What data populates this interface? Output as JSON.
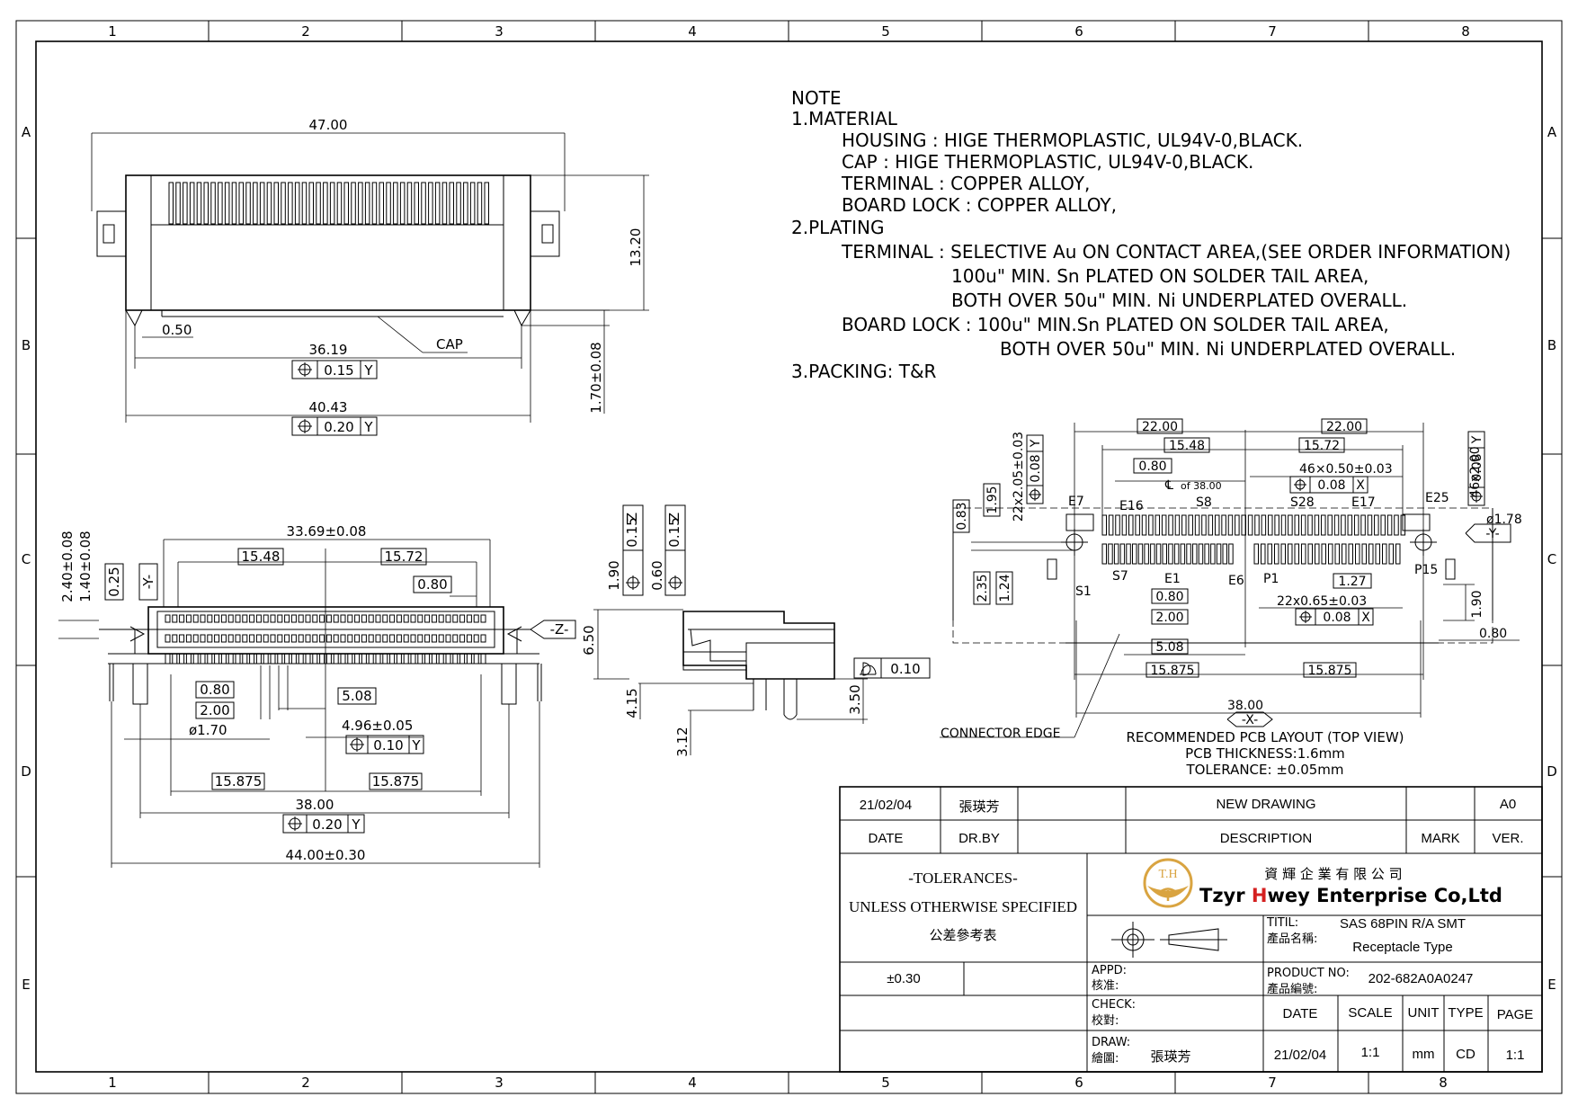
{
  "border": {
    "columns": [
      "1",
      "2",
      "3",
      "4",
      "5",
      "6",
      "7",
      "8"
    ],
    "rows": [
      "A",
      "B",
      "C",
      "D",
      "E"
    ]
  },
  "notes": {
    "heading": "NOTE",
    "lines": [
      "1.MATERIAL",
      "HOUSING : HIGE THERMOPLASTIC, UL94V-0,BLACK.",
      "CAP : HIGE THERMOPLASTIC, UL94V-0,BLACK.",
      "TERMINAL : COPPER ALLOY,",
      "BOARD LOCK : COPPER ALLOY,",
      "2.PLATING",
      "TERMINAL : SELECTIVE Au ON CONTACT AREA,(SEE ORDER INFORMATION)",
      "100u\" MIN. Sn PLATED ON SOLDER TAIL AREA,",
      "BOTH OVER 50u\" MIN. Ni UNDERPLATED OVERALL.",
      "BOARD LOCK : 100u\" MIN.Sn PLATED ON SOLDER TAIL AREA,",
      "BOTH OVER 50u\" MIN. Ni UNDERPLATED OVERALL.",
      "3.PACKING: T&R"
    ]
  },
  "top_view": {
    "d47": "47.00",
    "d1320": "13.20",
    "d050": "0.50",
    "cap": "CAP",
    "d3619": "36.19",
    "tol1": "0.15",
    "datum1": "Y",
    "d170": "1.70±0.08",
    "d4043": "40.43",
    "tol2": "0.20",
    "datum2": "Y"
  },
  "front_view": {
    "d240": "2.40±0.08",
    "d140": "1.40±0.08",
    "d025": "0.25",
    "datumY": "-Y-",
    "d3369": "33.69±0.08",
    "d1548": "15.48",
    "d1572": "15.72",
    "d080a": "0.80",
    "datumZ": "-Z-",
    "d080b": "0.80",
    "d200": "2.00",
    "d508": "5.08",
    "d170": "ø1.70",
    "d496": "4.96±0.05",
    "tol3": "0.10",
    "datum3": "Y",
    "d15875a": "15.875",
    "d15875b": "15.875",
    "d3800": "38.00",
    "tol4": "0.20",
    "datum4": "Y",
    "d4400": "44.00±0.30"
  },
  "side_view": {
    "d190": "1.90",
    "fc1": "0.15",
    "fz1": "Z",
    "d060": "0.60",
    "fc2": "0.15",
    "fz2": "Z",
    "d650": "6.50",
    "d415": "4.15",
    "d312": "3.12",
    "d350": "3.50",
    "flat": "0.10"
  },
  "pcb_layout": {
    "d2200a": "22.00",
    "d2200b": "22.00",
    "d1548": "15.48",
    "d1572": "15.72",
    "d080": "0.80",
    "cl": "of 38.00",
    "pitch46": "46×0.50±0.03",
    "tol5": "0.08",
    "datX1": "X",
    "d22x205": "22x2.05±0.03",
    "tol6": "0.08",
    "datY6": "Y",
    "d195": "1.95",
    "d083": "0.83",
    "d46x2": "46x2.00",
    "tol7": "0.08",
    "datY7": "Y",
    "d178": "ø1.78",
    "datumY": "-Y-",
    "E7": "E7",
    "E16": "E16",
    "S8": "S8",
    "S28": "S28",
    "E17": "E17",
    "E25": "E25",
    "S1": "S1",
    "S7": "S7",
    "E1": "E1",
    "E6": "E6",
    "P1": "P1",
    "P15": "P15",
    "d235": "2.35",
    "d124": "1.24",
    "d080b": "0.80",
    "d200": "2.00",
    "d508": "5.08",
    "d127": "1.27",
    "pitch22": "22x0.65±0.03",
    "tol8": "0.08",
    "datX2": "X",
    "d190": "1.90",
    "d080c": "0.80",
    "d15875a": "15.875",
    "d15875b": "15.875",
    "d3800": "38.00",
    "datumX": "-X-",
    "conn_edge": "CONNECTOR EDGE",
    "title": "RECOMMENDED PCB LAYOUT (TOP VIEW)",
    "thick": "PCB THICKNESS:1.6mm",
    "tol": "TOLERANCE: ±0.05mm"
  },
  "title_block": {
    "rev_date": "21/02/04",
    "rev_by": "張瑛芳",
    "rev_desc": "NEW DRAWING",
    "rev_ver": "A0",
    "h_date": "DATE",
    "h_drby": "DR.BY",
    "h_desc": "DESCRIPTION",
    "h_mark": "MARK",
    "h_ver": "VER.",
    "tol_title": "-TOLERANCES-",
    "tol_sub": "UNLESS OTHERWISE SPECIFIED",
    "tol_cn": "公差參考表",
    "tol_val": "±0.30",
    "company_cn": "資 輝 企 業 有 限 公 司",
    "company_en_1": "Tzyr ",
    "company_en_h": "H",
    "company_en_2": "wey Enterprise Co,Ltd",
    "logo_text": "T.H",
    "titil_label": "TITIL:",
    "titil_cn": "產品名稱:",
    "titil_1": "SAS 68PIN R/A SMT",
    "titil_2": "Receptacle  Type",
    "appd": "APPD:",
    "appd_cn": "核准:",
    "check": "CHECK:",
    "check_cn": "校對:",
    "draw": "DRAW:",
    "draw_cn": "繪圖:",
    "drawer": "張瑛芳",
    "prod_label": "PRODUCT NO:",
    "prod_cn": "產品編號:",
    "prod_no": "202-682A0A0247",
    "c_date": "DATE",
    "c_scale": "SCALE",
    "c_unit": "UNIT",
    "c_type": "TYPE",
    "c_page": "PAGE",
    "v_date": "21/02/04",
    "v_scale": "1:1",
    "v_unit": "mm",
    "v_type": "CD",
    "v_page": "1:1",
    "logo_color": "#d9a441",
    "h_color": "#d42020"
  }
}
